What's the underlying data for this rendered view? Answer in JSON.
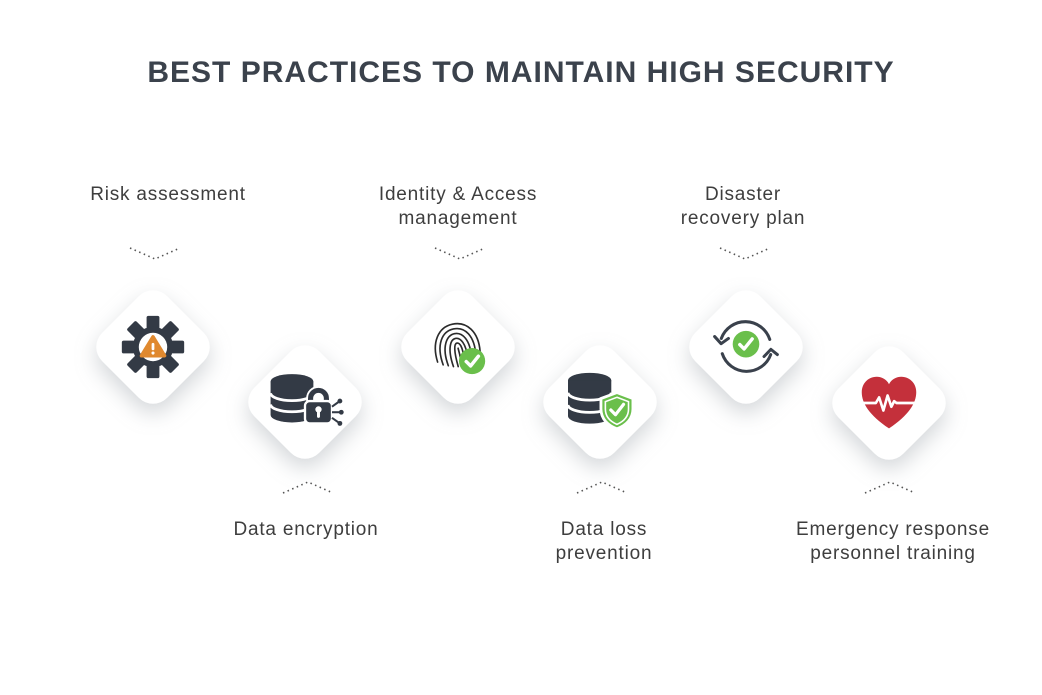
{
  "title": "BEST PRACTICES TO MAINTAIN HIGH SECURITY",
  "colors": {
    "background": "#ffffff",
    "title_text": "#3b424c",
    "label_text": "#3e3e3e",
    "icon_dark": "#333a45",
    "accent_green": "#6abf4b",
    "accent_orange": "#e0892f",
    "accent_red": "#c4303b",
    "tile_fill": "#ffffff"
  },
  "practices": [
    {
      "label": "Risk assessment",
      "label_position": "top",
      "icon": "gear-warning-icon"
    },
    {
      "label": "Data encryption",
      "label_position": "bottom",
      "icon": "database-lock-icon"
    },
    {
      "label": "Identity & Access management",
      "label_position": "top",
      "icon": "fingerprint-check-icon"
    },
    {
      "label": "Data loss prevention",
      "label_position": "bottom",
      "icon": "database-shield-icon"
    },
    {
      "label": "Disaster recovery plan",
      "label_position": "top",
      "icon": "sync-check-icon"
    },
    {
      "label": "Emergency response personnel training",
      "label_position": "bottom",
      "icon": "heart-pulse-icon"
    }
  ]
}
